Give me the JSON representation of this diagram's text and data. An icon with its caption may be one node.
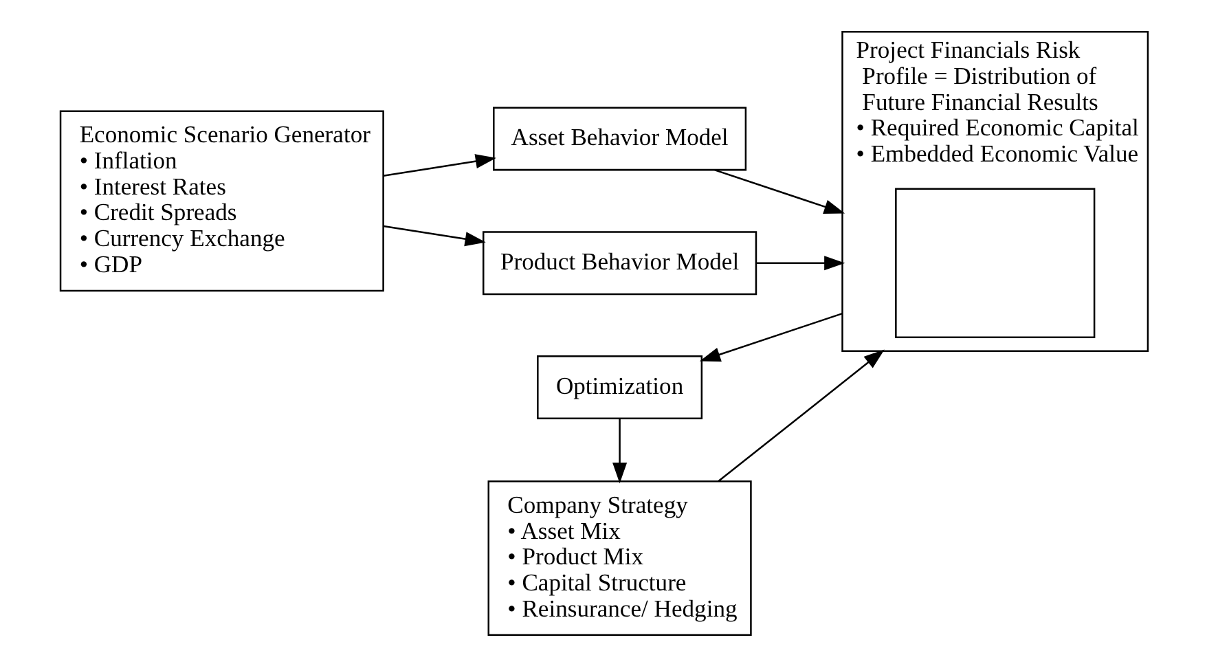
{
  "diagram": {
    "nodes": [
      {
        "text": [
          "Economic Scenario Generator",
          "• Inflation",
          "• Interest Rates",
          "• Credit Spreads",
          "• Currency Exchange",
          "• GDP"
        ]
      },
      {
        "text": [
          "Asset Behavior Model"
        ]
      },
      {
        "text": [
          "Product Behavior Model"
        ]
      },
      {
        "text": [
          "Project Financials Risk Profile = Distribution of Future Financial Results",
          "• Required Economic Capital",
          "• Embedded Economic Value"
        ]
      },
      {
        "text": [],
        "shape": "box",
        "in": 3
      },
      {
        "text": [
          "Company Strategy",
          "• Asset Mix",
          "• Product Mix",
          "• Capital Structure",
          "• Reinsurance/ Hedging"
        ]
      },
      {
        "text": [
          "Optimization"
        ]
      }
    ],
    "edges": [
      {
        "from": 0,
        "to": 1,
        "arrow": "to"
      },
      {
        "from": 0,
        "to": 2,
        "arrow": "to"
      },
      {
        "from": 1,
        "to": 3,
        "arrow": "to"
      },
      {
        "from": 2,
        "to": 3,
        "arrow": "to"
      },
      {
        "from": 5,
        "to": 3,
        "arrow": "to"
      },
      {
        "from": 3,
        "to": 6,
        "arrow": "to"
      },
      {
        "from": 6,
        "to": 5,
        "arrow": "to"
      }
    ]
  }
}
